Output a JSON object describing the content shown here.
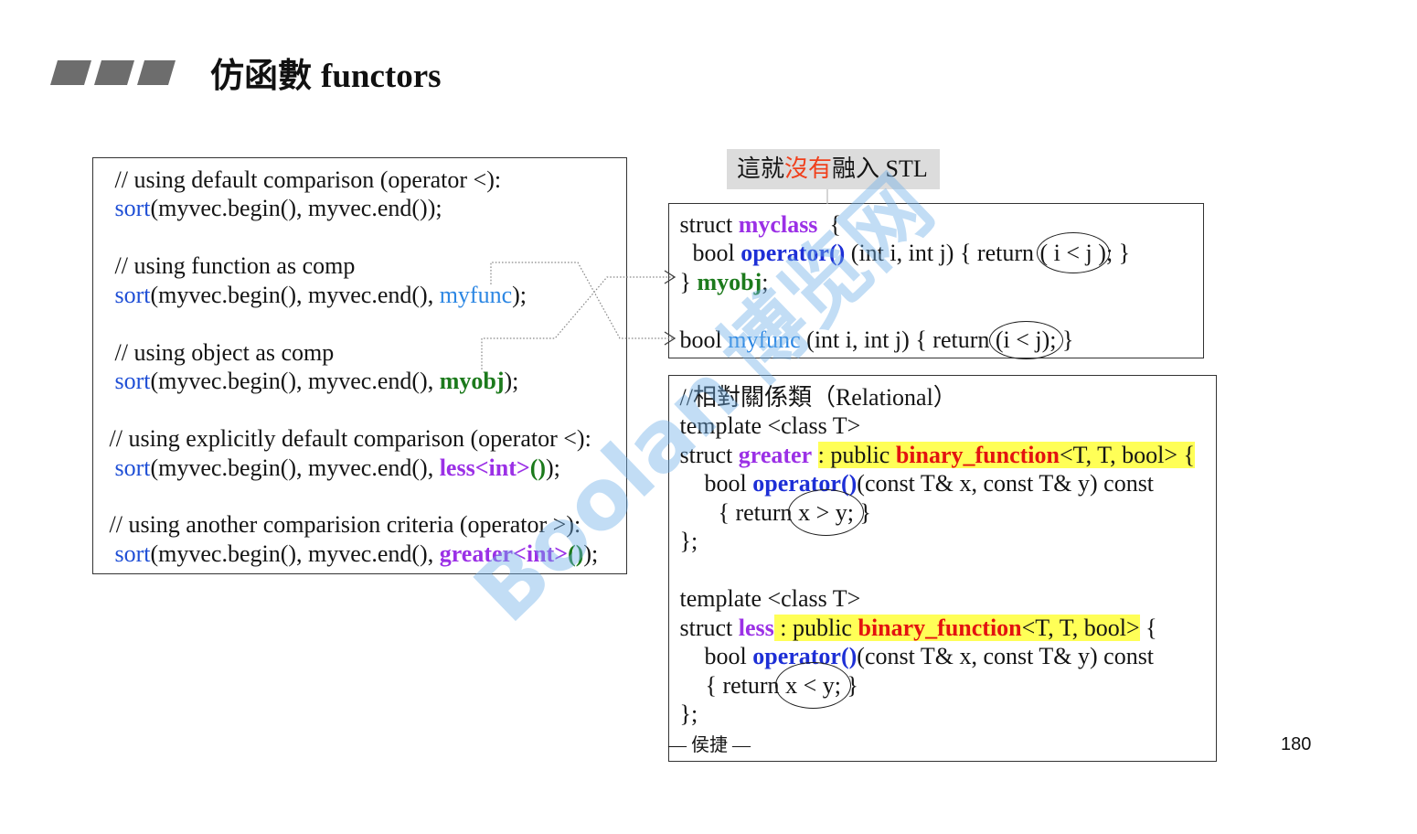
{
  "slide": {
    "title_cjk": "仿函數",
    "title_en": "functors",
    "footer": "— 侯捷 —",
    "page_number": "180"
  },
  "colors": {
    "function_name": "#1f4fd6",
    "function_pointer": "#2b86e3",
    "object_name": "#1c7a1c",
    "class_name": "#9b30e6",
    "operator": "#1d2fd6",
    "base_class": "#e3120f",
    "highlight": "#ffff57",
    "annotation_emphasis": "#f0401c",
    "annotation_background": "#dcdcdc",
    "title_bar": "#6d6d6d",
    "watermark": "#6fb0e8"
  },
  "left_panel": {
    "lines": [
      [
        "// using default comparison (operator <):"
      ],
      [
        "sort",
        "(myvec.begin(), myvec.end());"
      ],
      [
        "// using function as comp"
      ],
      [
        "sort",
        "(myvec.begin(), myvec.end(), ",
        "myfunc",
        ");"
      ],
      [
        "// using object as comp"
      ],
      [
        "sort",
        "(myvec.begin(), myvec.end(), ",
        "myobj",
        ");"
      ],
      [
        "// using explicitly default comparison (operator <):"
      ],
      [
        "sort",
        "(myvec.begin(), myvec.end(), ",
        "less<int>",
        "()",
        ");"
      ],
      [
        "// using another comparision criteria (operator >):"
      ],
      [
        "sort",
        "(myvec.begin(), myvec.end(), ",
        "greater<int>",
        "()",
        ");"
      ]
    ]
  },
  "annotation": {
    "prefix": "這就",
    "emphasis": "沒有",
    "suffix": "融入 STL"
  },
  "myclass_panel": {
    "lines": [
      [
        "struct ",
        "myclass",
        "  {"
      ],
      [
        "bool ",
        "operator()",
        " (int i, int j) { return ",
        "( i < j )",
        "; }"
      ],
      [
        "} ",
        "myobj",
        ";"
      ],
      [
        "bool ",
        "myfunc",
        " (int i, int j) { return ",
        "(i < j);",
        " }"
      ]
    ]
  },
  "relational_panel": {
    "lines": [
      [
        "//相對關係類（Relational）"
      ],
      [
        "template <class T>"
      ],
      [
        "struct ",
        "greater",
        " ",
        ": public ",
        "binary_function",
        "<T, T, bool> {"
      ],
      [
        "bool ",
        "operator()",
        "(const T& x, const T& y) const"
      ],
      [
        "{ return ",
        "x > y;",
        " }"
      ],
      [
        "};"
      ],
      [
        "template <class T>"
      ],
      [
        "struct ",
        "less",
        " : public ",
        "binary_function",
        "<T, T, bool>",
        " {"
      ],
      [
        "bool ",
        "operator()",
        "(const T& x, const T& y) const"
      ],
      [
        "{ return ",
        "x < y;",
        " }"
      ],
      [
        "};"
      ]
    ]
  },
  "watermark": {
    "latin": "Boolan",
    "cjk": "博览网"
  }
}
